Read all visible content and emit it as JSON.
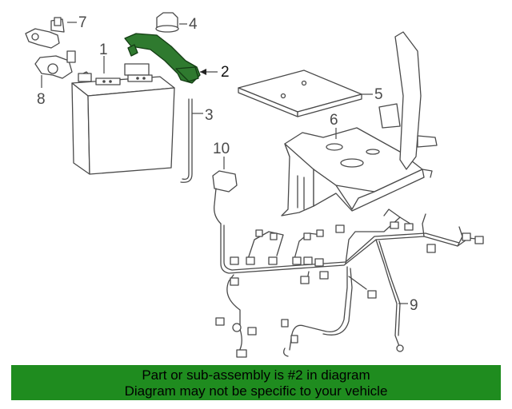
{
  "diagram": {
    "callouts": [
      {
        "id": "1",
        "label": "1"
      },
      {
        "id": "2",
        "label": "2"
      },
      {
        "id": "3",
        "label": "3"
      },
      {
        "id": "4",
        "label": "4"
      },
      {
        "id": "5",
        "label": "5"
      },
      {
        "id": "6",
        "label": "6"
      },
      {
        "id": "7",
        "label": "7"
      },
      {
        "id": "8",
        "label": "8"
      },
      {
        "id": "9",
        "label": "9"
      },
      {
        "id": "10",
        "label": "10"
      }
    ],
    "highlighted_part": "2",
    "highlight_color": "#2f7a2f"
  },
  "banner": {
    "line1": "Part or sub-assembly is #2 in diagram",
    "line2": "Diagram may not be specific to your vehicle",
    "background": "#1f8c1f"
  }
}
